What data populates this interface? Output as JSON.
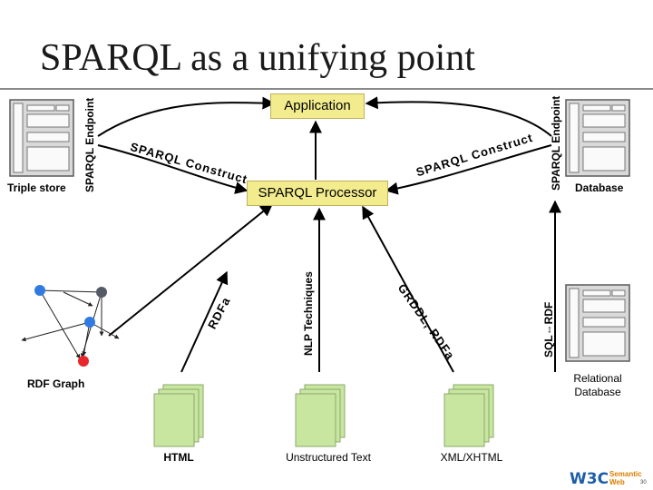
{
  "title": "SPARQL as a unifying point",
  "nodes": {
    "application": "Application",
    "processor": "SPARQL Processor"
  },
  "labels": {
    "triple_store": "Triple store",
    "sparql_endpoint_left": "SPARQL Endpoint",
    "sparql_endpoint_right": "SPARQL Endpoint",
    "database": "Database",
    "rdf_graph": "RDF Graph",
    "relational_database": "Relational Database",
    "sql_rdf": "SQL⇔RDF",
    "nlp": "NLP Techniques",
    "rdfa": "RDFa",
    "grddl": "GRDDL, RDFa",
    "construct_left": "SPARQL Construct",
    "construct_right": "SPARQL Construct"
  },
  "documents": {
    "html": "HTML",
    "unstructured": "Unstructured Text",
    "xml": "XML/XHTML"
  },
  "footer": {
    "w3c": "W3C",
    "semantic": "Semantic",
    "web": "Web",
    "page": "30"
  },
  "colors": {
    "box_fill": "#f2ec8e",
    "doc_fill": "#c8e6a0",
    "graph_blue": "#2f7be0",
    "graph_red": "#e8262b",
    "graph_dark": "#545a66"
  }
}
